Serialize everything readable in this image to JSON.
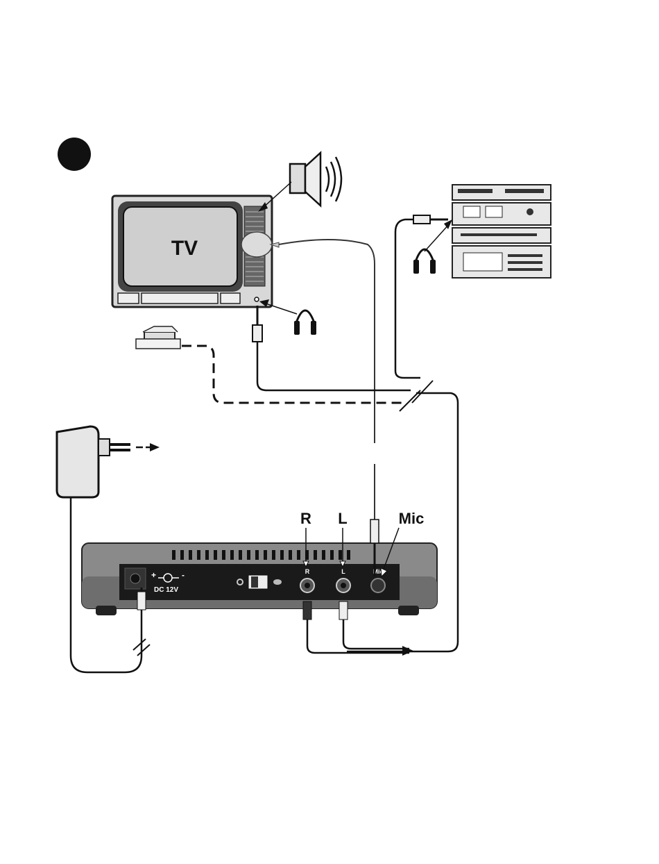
{
  "diagram": {
    "step_badge_color": "#111111",
    "tv_label": "TV",
    "jack_labels": {
      "right": "R",
      "left": "L",
      "mic": "Mic"
    },
    "panel_labels": {
      "right": "R",
      "left": "L",
      "mic": "Mic",
      "dc": "DC 12V",
      "plus": "+",
      "minus": "-"
    },
    "icons": [
      "speaker-icon",
      "headphones-icon",
      "arrow-icon",
      "power-adapter-icon",
      "stereo-system-icon"
    ]
  }
}
